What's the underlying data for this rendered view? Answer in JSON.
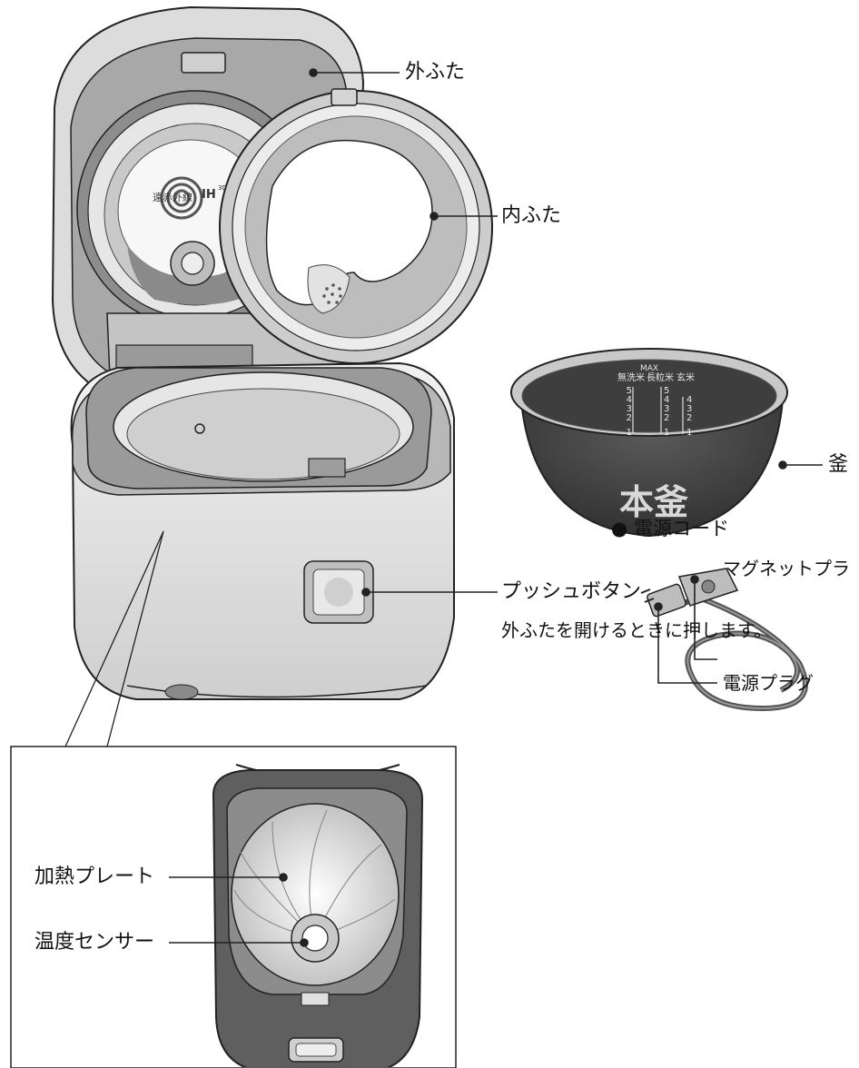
{
  "labels": {
    "outer_lid": "外ふた",
    "inner_lid": "内ふた",
    "pot": "釜",
    "push_button": "プッシュボタン",
    "push_button_note": "外ふたを開けるときに押します。",
    "heating_plate": "加熱プレート",
    "temp_sensor": "温度センサー",
    "power_cord_heading": "● 電源コード",
    "magnet_plug": "マグネットプラ",
    "power_plug": "電源プラグ"
  },
  "pot_markings": {
    "max": "MAX",
    "header_left": "無洗米",
    "header_mid": "長粒米",
    "header_right": "玄米",
    "scale_left": [
      "5",
      "4",
      "3",
      "2",
      "1"
    ],
    "scale_mid": [
      "5",
      "4",
      "3",
      "2",
      "1"
    ],
    "scale_right": [
      "4",
      "3",
      "2",
      "1"
    ],
    "brand": "本釜"
  },
  "lid_logo": {
    "text": "遠赤外線",
    "mark": "IH",
    "sup": "3D"
  },
  "colors": {
    "line": "#222222",
    "gray_dark": "#5a5a5a",
    "gray_mid": "#9a9a9a",
    "gray_light": "#d6d6d6",
    "pot_dark": "#3d3d3d"
  }
}
